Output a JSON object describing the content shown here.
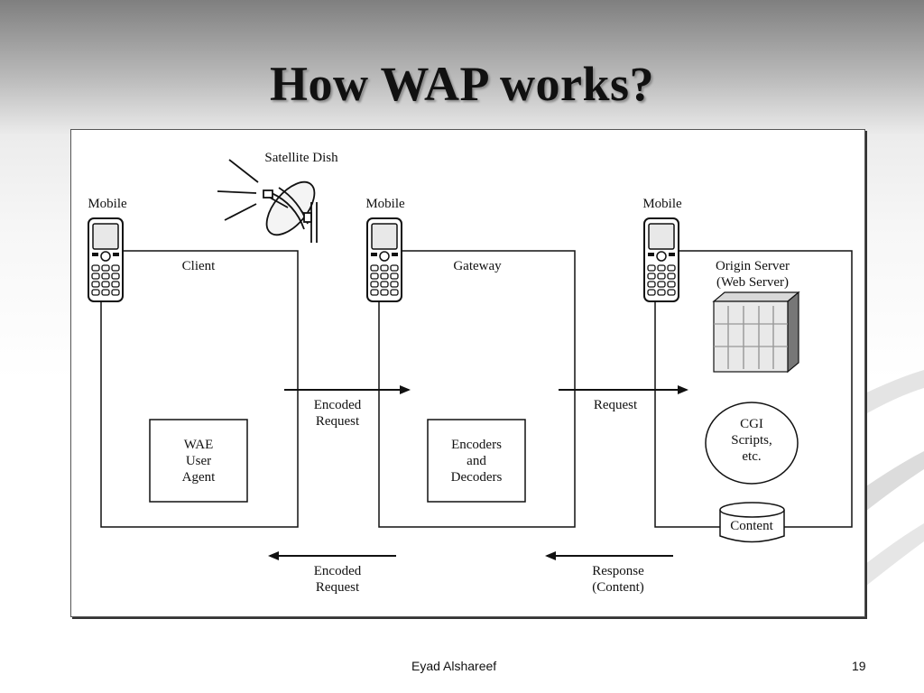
{
  "slide": {
    "title": "How WAP works?",
    "author": "Eyad Alshareef",
    "page_number": "19"
  },
  "diagram": {
    "satellite_label": "Satellite Dish",
    "columns": [
      {
        "mobile_label": "Mobile",
        "box_label": "Client",
        "inner_label": [
          "WAE",
          "User",
          "Agent"
        ]
      },
      {
        "mobile_label": "Mobile",
        "box_label": "Gateway",
        "inner_label": [
          "Encoders",
          "and",
          "Decoders"
        ]
      },
      {
        "mobile_label": "Mobile",
        "box_label": [
          "Origin Server",
          "(Web Server)"
        ]
      }
    ],
    "cgi_label": [
      "CGI",
      "Scripts,",
      "etc."
    ],
    "content_label": "Content",
    "arrows": {
      "client_to_gateway": [
        "Encoded",
        "Request"
      ],
      "gateway_to_server": "Request",
      "gateway_to_client": [
        "Encoded",
        "Request"
      ],
      "server_to_gateway": [
        "Response",
        "(Content)"
      ]
    },
    "colors": {
      "ink": "#111111",
      "background": "#ffffff"
    }
  }
}
